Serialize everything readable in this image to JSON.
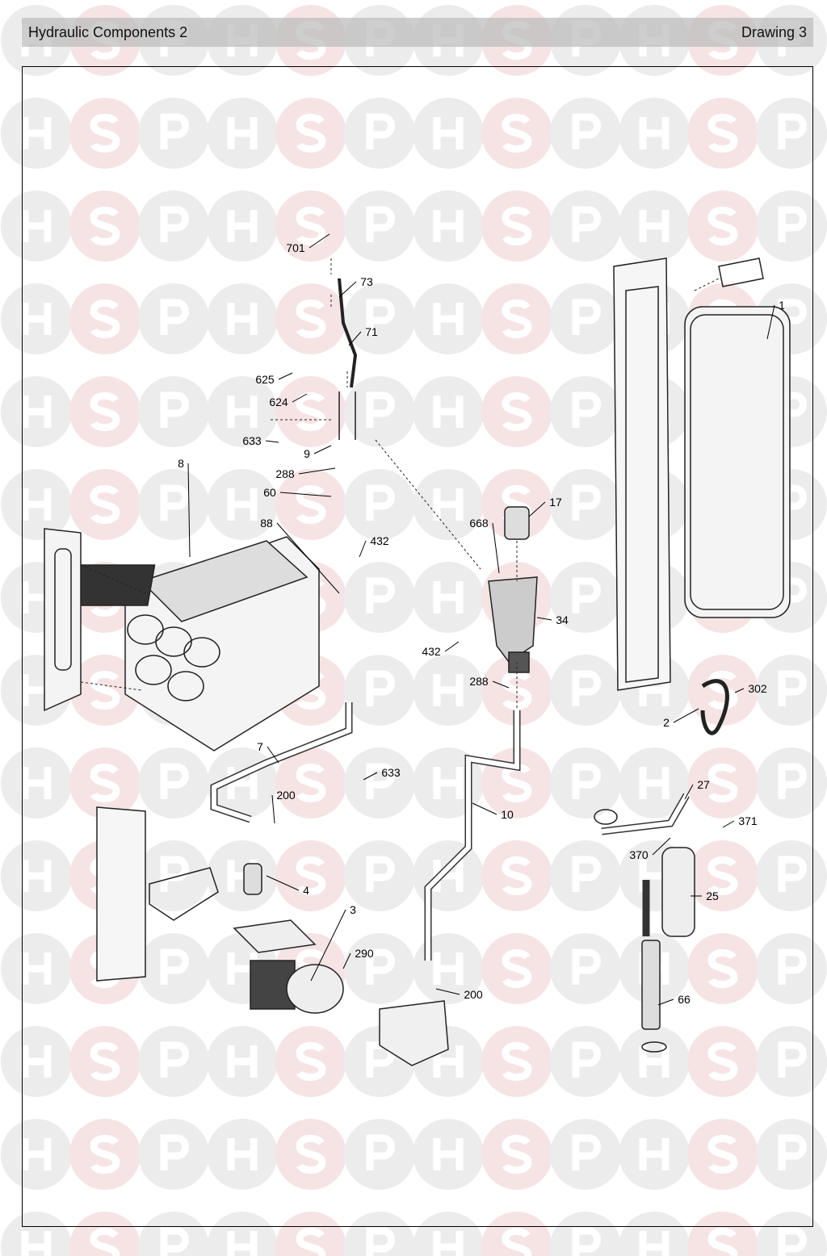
{
  "header": {
    "title": "Hydraulic Components 2",
    "drawing": "Drawing 3"
  },
  "watermark": "HSP",
  "callouts": [
    "701",
    "73",
    "71",
    "625",
    "624",
    "633",
    "9",
    "288",
    "8",
    "60",
    "88",
    "432",
    "668",
    "17",
    "34",
    "432",
    "288",
    "1",
    "302",
    "2",
    "7",
    "633",
    "200",
    "10",
    "27",
    "371",
    "370",
    "25",
    "4",
    "3",
    "290",
    "200",
    "66"
  ]
}
